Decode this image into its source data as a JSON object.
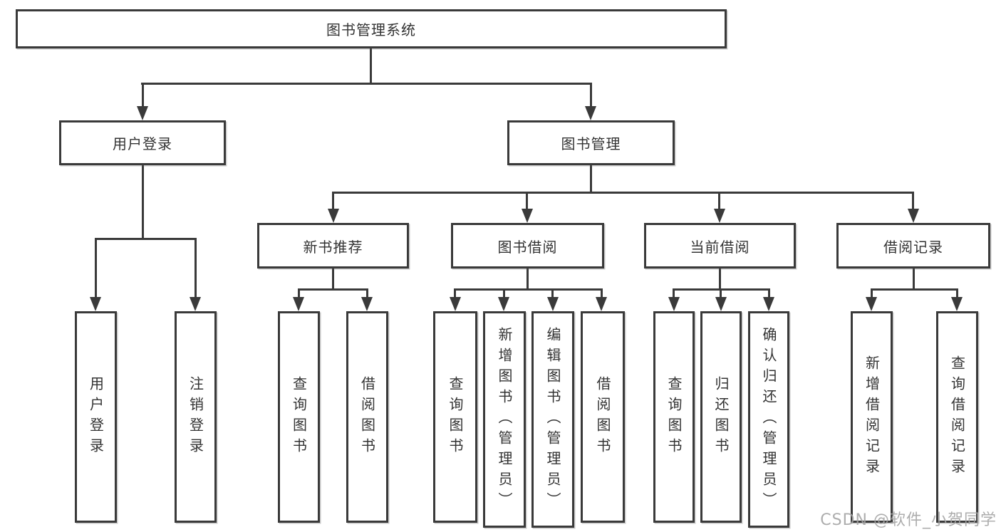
{
  "diagram_title": "图书管理系统",
  "tree": {
    "label": "图书管理系统",
    "children": [
      {
        "label": "用户登录",
        "children": [
          {
            "label": "用户登录"
          },
          {
            "label": "注销登录"
          }
        ]
      },
      {
        "label": "图书管理",
        "children": [
          {
            "label": "新书推荐",
            "children": [
              {
                "label": "查询图书"
              },
              {
                "label": "借阅图书"
              }
            ]
          },
          {
            "label": "图书借阅",
            "children": [
              {
                "label": "查询图书"
              },
              {
                "label": "新增图书（管理员）"
              },
              {
                "label": "编辑图书（管理员）"
              },
              {
                "label": "借阅图书"
              }
            ]
          },
          {
            "label": "当前借阅",
            "children": [
              {
                "label": "查询图书"
              },
              {
                "label": "归还图书"
              },
              {
                "label": "确认归还（管理员）"
              }
            ]
          },
          {
            "label": "借阅记录",
            "children": [
              {
                "label": "新增借阅记录"
              },
              {
                "label": "查询借阅记录"
              }
            ]
          }
        ]
      }
    ]
  },
  "watermark": {
    "text": "CSDN @软件_小贺同学"
  },
  "colors": {
    "line": "#3a3a3a",
    "text": "#333333",
    "background": "#ffffff",
    "watermark": "#a4a4a4"
  }
}
